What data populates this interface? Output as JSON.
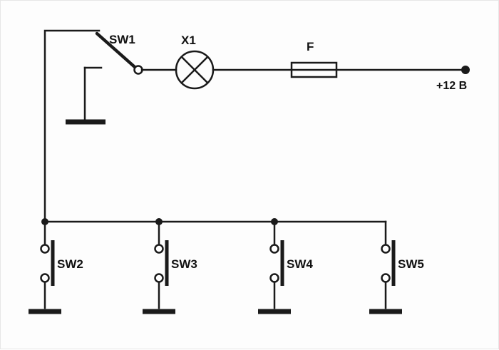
{
  "diagram": {
    "type": "circuit-schematic",
    "colors": {
      "ink": "#1a1a1a",
      "background": "#fdfdfd"
    },
    "labels": {
      "switch_main": "SW1",
      "lamp": "X1",
      "fuse": "F",
      "supply": "+12 B"
    },
    "pushbuttons": [
      {
        "label": "SW2"
      },
      {
        "label": "SW3"
      },
      {
        "label": "SW4"
      },
      {
        "label": "SW5"
      }
    ]
  }
}
